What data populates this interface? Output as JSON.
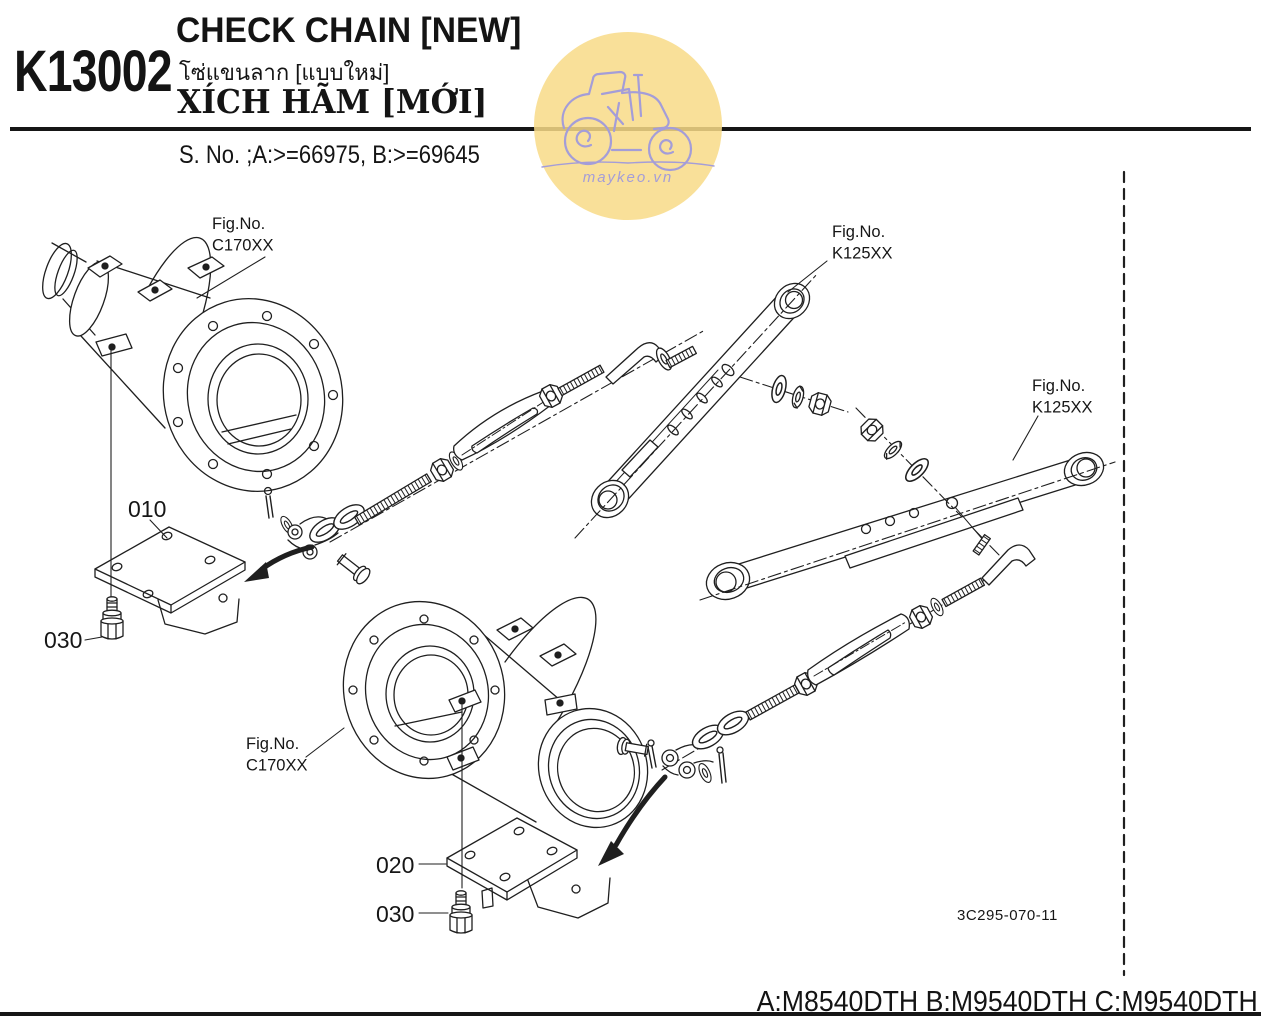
{
  "page": {
    "code": "K13002",
    "title_en": "CHECK CHAIN [NEW]",
    "title_th": "โซ่แขนลาก [แบบใหม่]",
    "title_vi": "XÍCH HÃM [MỚI]",
    "serial_note": "S. No. ;A:>=66975, B:>=69645"
  },
  "watermark": {
    "text": "maykeo.vn",
    "circle_color": "#f8da87",
    "line_color": "#a49dd8"
  },
  "diagram": {
    "ink_color": "#1f1f1f",
    "fig_labels": [
      {
        "line1": "Fig.No.",
        "line2": "C170XX"
      },
      {
        "line1": "Fig.No.",
        "line2": "K125XX"
      },
      {
        "line1": "Fig.No.",
        "line2": "K125XX"
      },
      {
        "line1": "Fig.No.",
        "line2": "C170XX"
      }
    ],
    "part_refs": [
      "010",
      "030",
      "020",
      "030"
    ],
    "drawing_number": "3C295-070-11"
  },
  "footer": {
    "models": "A:M8540DTH B:M9540DTH C:M9540DTH"
  }
}
